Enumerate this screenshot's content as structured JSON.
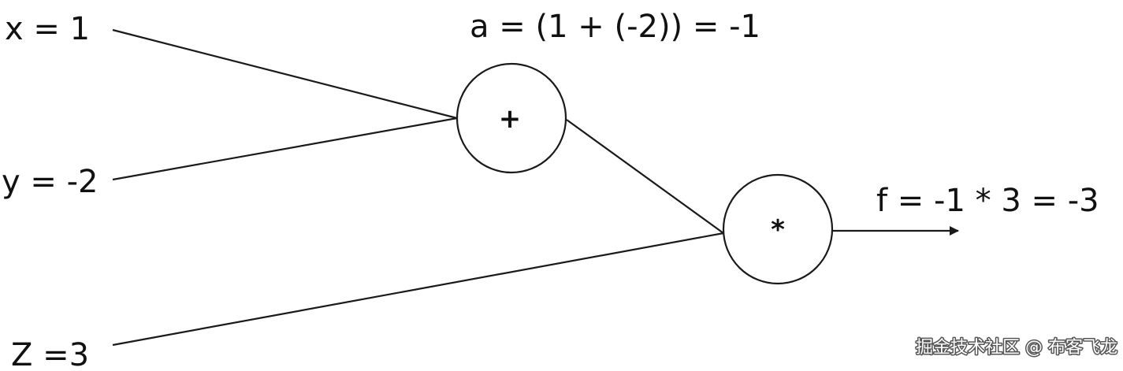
{
  "inputs": {
    "x": "x = 1",
    "y": "y = -2",
    "z": "Z =3"
  },
  "nodes": {
    "add": {
      "operator": "+",
      "result_label": "a = (1 + (-2)) = -1"
    },
    "multiply": {
      "operator": "*",
      "result_label": "f = -1 * 3 = -3"
    }
  },
  "watermark": "掘金技术社区 @ 布客飞龙",
  "colors": {
    "stroke": "#1a1a1a",
    "text": "#111111",
    "background": "#ffffff"
  }
}
